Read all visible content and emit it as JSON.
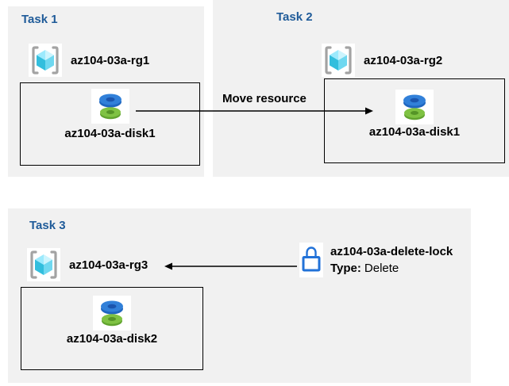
{
  "tasks": [
    {
      "label": "Task 1",
      "resource_group": "az104-03a-rg1",
      "disk": "az104-03a-disk1"
    },
    {
      "label": "Task 2",
      "resource_group": "az104-03a-rg2",
      "disk": "az104-03a-disk1"
    },
    {
      "label": "Task 3",
      "resource_group": "az104-03a-rg3",
      "disk": "az104-03a-disk2"
    }
  ],
  "arrows": {
    "move": {
      "label": "Move resource"
    }
  },
  "lock": {
    "name": "az104-03a-delete-lock",
    "type_label": "Type:",
    "type_value": "Delete"
  },
  "icons": [
    "resource-group-icon",
    "disk-icon",
    "lock-icon"
  ],
  "colors": {
    "task_box_bg": "#f1f1f1",
    "task_title": "#1f5b99",
    "arrow_black": "#000000",
    "lock_blue": "#2272d8",
    "bracket_gray": "#a3a3a3",
    "cube_top_left": "#9ceafd",
    "cube_top_right": "#ccf4fd",
    "cube_left": "#32bedd",
    "cube_right": "#6fd8f0",
    "disk_blue_top": "#3180d9",
    "disk_blue_side": "#1f66c0",
    "disk_blue_hole": "#1b55ae",
    "disk_green_top": "#7fc243",
    "disk_green_side": "#61a32f",
    "disk_green_hole": "#559427"
  }
}
